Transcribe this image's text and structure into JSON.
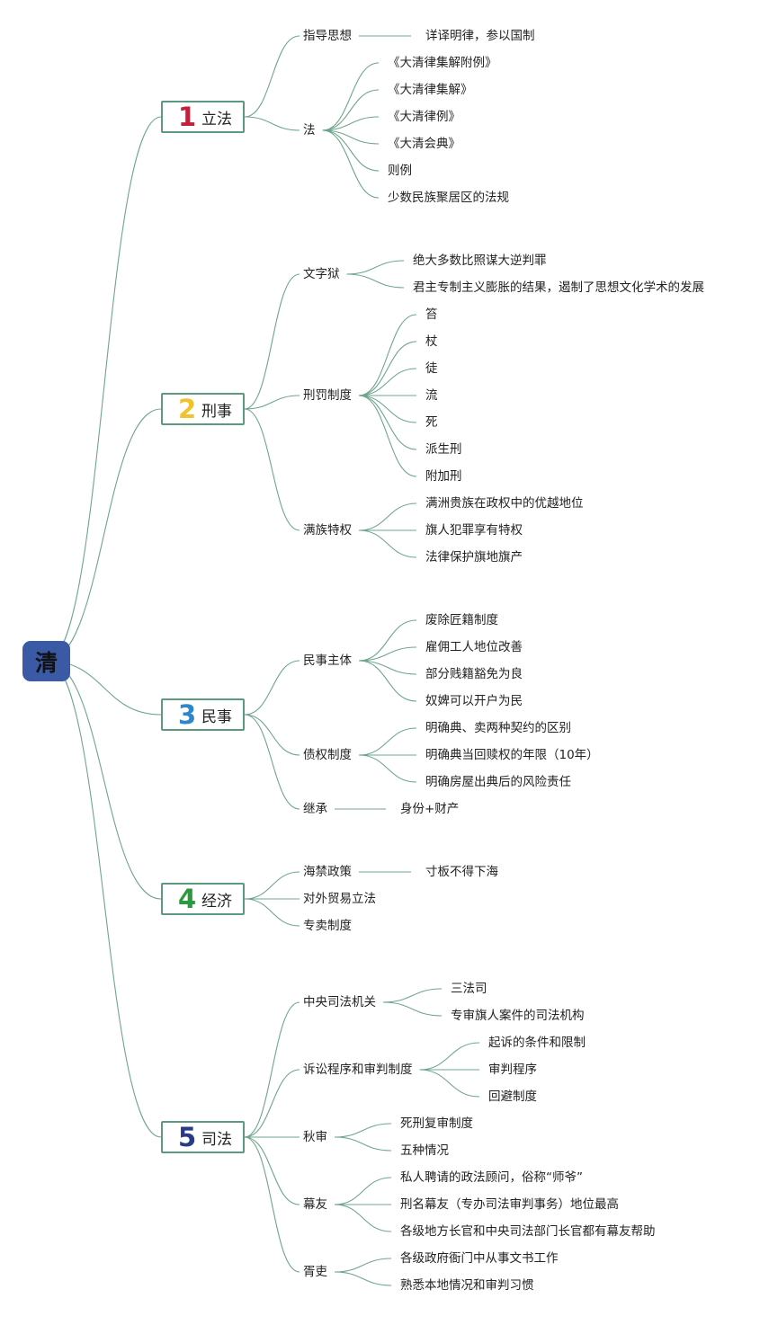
{
  "root": {
    "label": "清"
  },
  "colors": {
    "line": "#6fa58c",
    "root_fill": "#3b5aa6",
    "border": "#5a9a7e"
  },
  "branches": [
    {
      "num": "1",
      "num_color": "#c0223b",
      "label": "立法",
      "children": [
        {
          "label": "指导思想",
          "children": [
            "详译明律，参以国制"
          ]
        },
        {
          "label": "法",
          "children": [
            "《大清律集解附例》",
            "《大清律集解》",
            "《大清律例》",
            "《大清会典》",
            "则例",
            "少数民族聚居区的法规"
          ]
        }
      ]
    },
    {
      "num": "2",
      "num_color": "#f2c12e",
      "label": "刑事",
      "children": [
        {
          "label": "文字狱",
          "children": [
            "绝大多数比照谋大逆判罪",
            "君主专制主义膨胀的结果，遏制了思想文化学术的发展"
          ]
        },
        {
          "label": "刑罚制度",
          "children": [
            "笞",
            "杖",
            "徒",
            "流",
            "死",
            "派生刑",
            "附加刑"
          ]
        },
        {
          "label": "满族特权",
          "children": [
            "满洲贵族在政权中的优越地位",
            "旗人犯罪享有特权",
            "法律保护旗地旗产"
          ]
        }
      ]
    },
    {
      "num": "3",
      "num_color": "#2f86c9",
      "label": "民事",
      "children": [
        {
          "label": "民事主体",
          "children": [
            "废除匠籍制度",
            "雇佣工人地位改善",
            "部分贱籍豁免为良",
            "奴婢可以开户为民"
          ]
        },
        {
          "label": "债权制度",
          "children": [
            "明确典、卖两种契约的区别",
            "明确典当回赎权的年限（10年）",
            "明确房屋出典后的风险责任"
          ]
        },
        {
          "label": "继承",
          "children": [
            "身份+财产"
          ]
        }
      ]
    },
    {
      "num": "4",
      "num_color": "#2b9a3c",
      "label": "经济",
      "children": [
        {
          "label": "海禁政策",
          "children": [
            "寸板不得下海"
          ]
        },
        {
          "label": "对外贸易立法",
          "children": []
        },
        {
          "label": "专卖制度",
          "children": []
        }
      ]
    },
    {
      "num": "5",
      "num_color": "#2a3a86",
      "label": "司法",
      "children": [
        {
          "label": "中央司法机关",
          "children": [
            "三法司",
            "专审旗人案件的司法机构"
          ]
        },
        {
          "label": "诉讼程序和审判制度",
          "children": [
            "起诉的条件和限制",
            "审判程序",
            "回避制度"
          ]
        },
        {
          "label": "秋审",
          "children": [
            "死刑复审制度",
            "五种情况"
          ]
        },
        {
          "label": "幕友",
          "children": [
            "私人聘请的政法顾问，俗称“师爷”",
            "刑名幕友（专办司法审判事务）地位最高",
            "各级地方长官和中央司法部门长官都有幕友帮助"
          ]
        },
        {
          "label": "胥吏",
          "children": [
            "各级政府衙门中从事文书工作",
            "熟悉本地情况和审判习惯"
          ]
        }
      ]
    }
  ]
}
